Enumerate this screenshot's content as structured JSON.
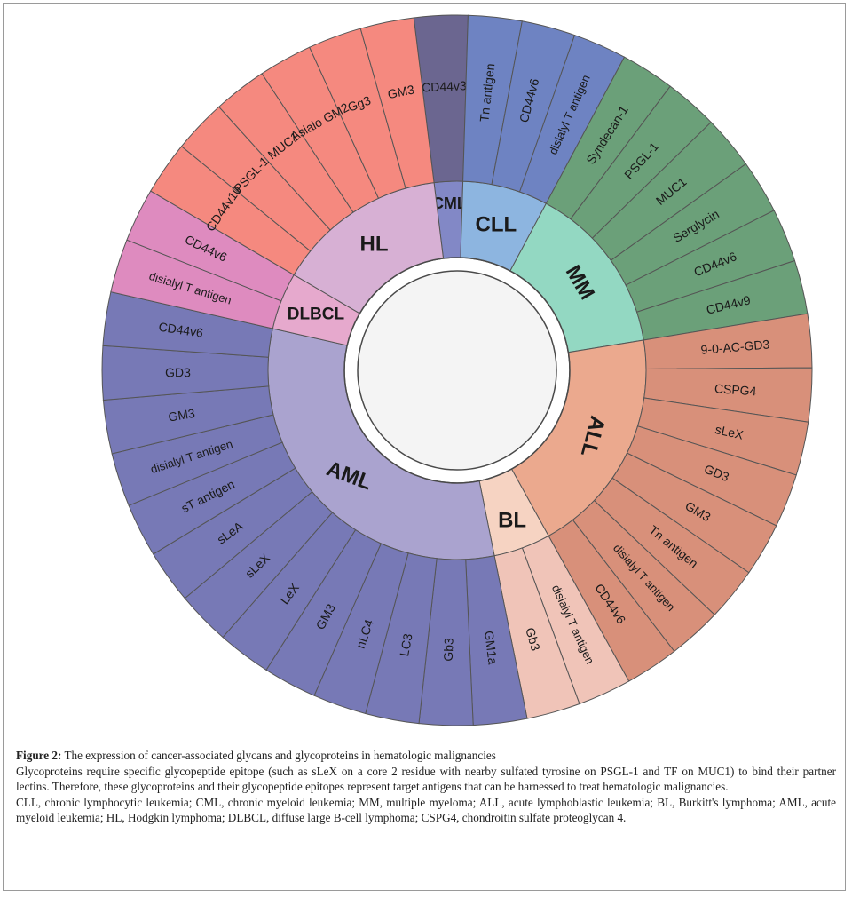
{
  "diagram": {
    "inner_groups": [
      {
        "label": "CML",
        "color": "#8288c6",
        "items": [
          "CD44v3"
        ]
      },
      {
        "label": "CLL",
        "color": "#8db5e0",
        "items": [
          "Tn antigen",
          "CD44v6",
          "disialyl T antigen"
        ]
      },
      {
        "label": "MM",
        "color": "#93d8c2",
        "items": [
          "Syndecan-1",
          "PSGL-1",
          "MUC1",
          "Serglycin",
          "CD44v6",
          "CD44v9"
        ]
      },
      {
        "label": "ALL",
        "color": "#eba98e",
        "items": [
          "9-0-AC-GD3",
          "CSPG4",
          "sLeX",
          "GD3",
          "GM3",
          "Tn antigen",
          "disialyl T antigen",
          "CD44v6"
        ]
      },
      {
        "label": "BL",
        "color": "#f6d3c2",
        "items": [
          "disialyl T antigen",
          "Gb3"
        ]
      },
      {
        "label": "AML",
        "color": "#aaa3cf",
        "items": [
          "GM1a",
          "Gb3",
          "LC3",
          "nLC4",
          "GM3",
          "LeX",
          "sLeX",
          "sLeA",
          "sT antigen",
          "disialyl T antigen",
          "GM3",
          "GD3",
          "CD44v6"
        ]
      },
      {
        "label": "DLBCL",
        "color": "#e6a9cd",
        "items": [
          "disialyl T antigen",
          "CD44v6"
        ]
      },
      {
        "label": "HL",
        "color": "#d7b0d4",
        "items": [
          "CD44v10",
          "PSGL-1",
          "MUC1",
          "Asialo GM2",
          "Gg3",
          "GM3"
        ]
      }
    ],
    "outer_colors": {
      "CML": "#6b6690",
      "CLL": "#6e83c2",
      "MM": "#6ba079",
      "ALL": "#d8907a",
      "BL": "#f0c4b8",
      "AML": "#7779b6",
      "DLBCL": "#de8bbf",
      "HL": "#f5897f"
    }
  },
  "caption": {
    "figure_label": "Figure 2:",
    "title": " The expression of cancer-associated glycans and glycoproteins in hematologic malignancies",
    "description": "Glycoproteins require specific glycopeptide epitope (such as sLeX on a core 2 residue with nearby sulfated tyrosine on PSGL-1 and TF on MUC1) to bind their partner lectins. Therefore, these glycoproteins and their glycopeptide epitopes represent target antigens that can be harnessed to treat hematologic malignancies.",
    "abbreviations": "CLL, chronic lymphocytic leukemia; CML, chronic myeloid leukemia; MM, multiple myeloma; ALL, acute lymphoblastic leukemia; BL, Burkitt's lymphoma; AML, acute myeloid leukemia; HL, Hodgkin lymphoma; DLBCL, diffuse large B-cell lymphoma; CSPG4, chondroitin sulfate proteoglycan 4."
  }
}
